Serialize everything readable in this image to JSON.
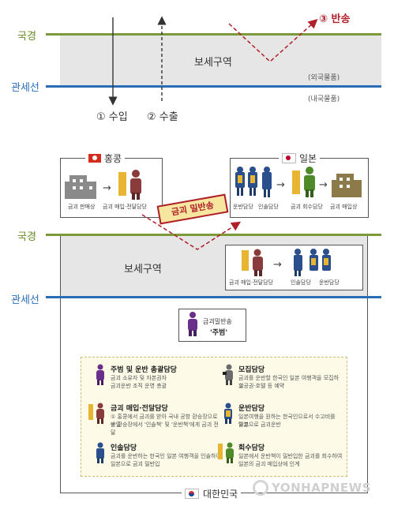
{
  "top": {
    "border_label": "국경",
    "customs_label": "관세선",
    "zone_label": "보세구역",
    "foreign_goods": "(외국물품)",
    "domestic_goods": "(내국물품)",
    "import_label": "① 수입",
    "export_label": "② 수출",
    "transit_label": "③ 반송"
  },
  "hongkong": {
    "name": "홍콩",
    "seller": "금괴 판매상",
    "buyer": "금괴 매입·전달담당"
  },
  "japan": {
    "name": "일본",
    "carriers": "운반담당",
    "export_staff": "인솔담당",
    "collector": "금괴 회수담당",
    "buyer": "금괴 매입상"
  },
  "stamp": "금괴 밀반송",
  "mid": {
    "border_label": "국경",
    "customs_label": "관세선",
    "zone_label": "보세구역",
    "box_buyer": "금괴 매입·전달담당",
    "box_leader": "인솔담당",
    "box_carrier": "운반담당"
  },
  "mastermind": {
    "line1": "금괴밀반송",
    "line2": "'주범'"
  },
  "legend": [
    {
      "title": "주범 및 운반 총괄담당",
      "desc": [
        "금괴 소유자 및 자본권자",
        "금괴운반 조직 운영 총괄"
      ]
    },
    {
      "title": "모집담당",
      "desc": [
        "금괴를 운반할 한국인 일본 여행객을 모집하고",
        "항공권·호텔 등 예약"
      ]
    },
    {
      "title": "금괴 매입·전달담당",
      "desc": [
        "① 홍콩에서 금괴를 받아 국내 공항 환승장으로 반입",
        "② 환승장에서 '인솔책' 및 '운반책'에게 금괴 전달"
      ]
    },
    {
      "title": "운반담당",
      "desc": [
        "일본여행을 원하는 한국인으로서 수고비를 받고",
        "일본으로 금괴운반"
      ]
    },
    {
      "title": "인솔담당",
      "desc": [
        "금괴를 운반하는 한국인 일본 여행객을 인솔하여",
        "일본으로 금괴 밀반입"
      ]
    },
    {
      "title": "회수담당",
      "desc": [
        "일본에서 운반책이 밀반입한 금괴를 회수하여",
        "일본의 금괴 매입상에 인계"
      ]
    }
  ],
  "korea": "대한민국",
  "watermark": "YONHAPNEWS",
  "colors": {
    "border": "#7d9a3a",
    "customs": "#2a6db5",
    "transit": "#b0202a",
    "zone": "#e6e6e6"
  }
}
